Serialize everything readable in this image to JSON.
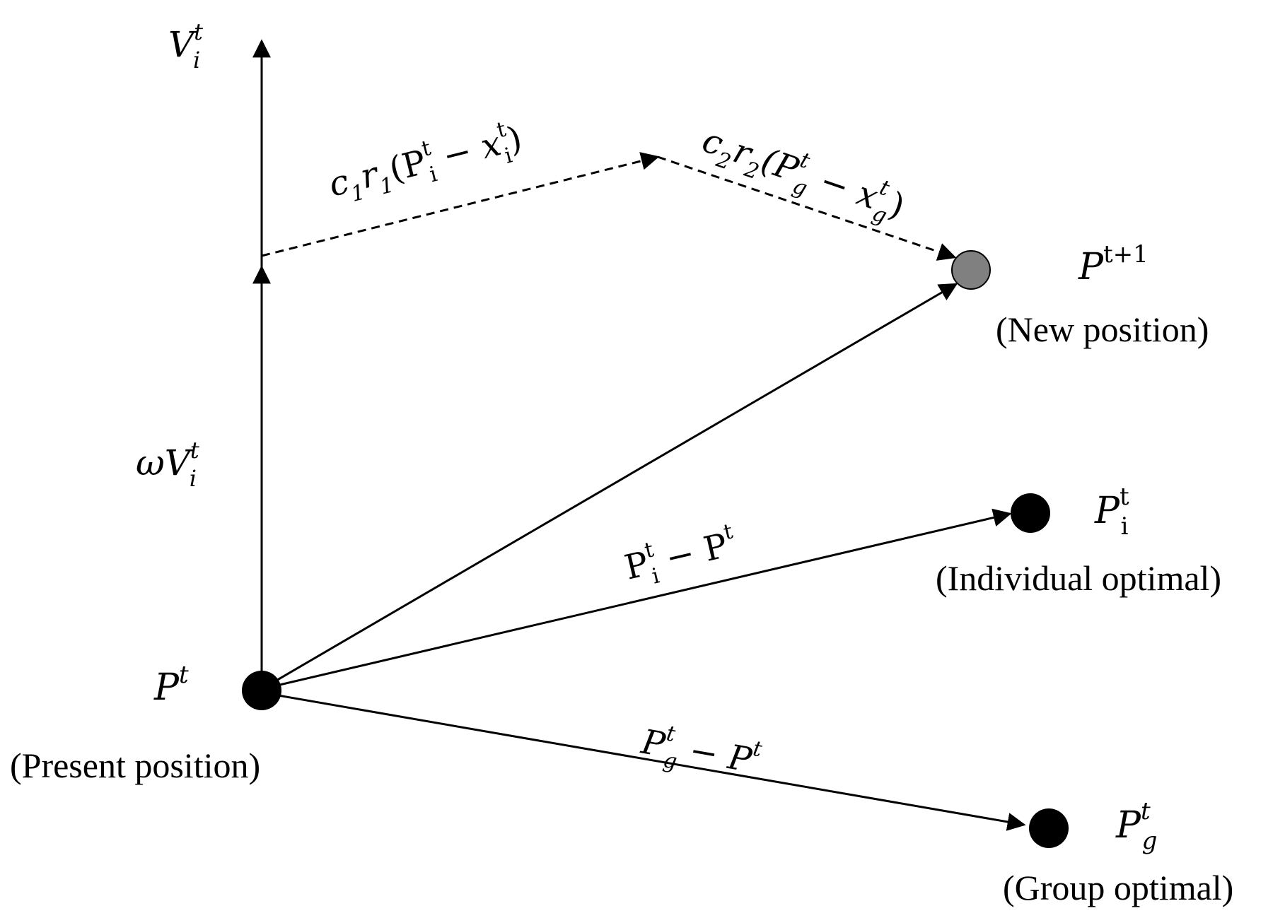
{
  "labels": {
    "velocity_axis": {
      "base": "V",
      "sup": "t",
      "sub": "i"
    },
    "inertia": {
      "base": "ωV",
      "sup": "t",
      "sub": "i"
    },
    "cognitive_term": {
      "pre": "c",
      "pre_sub": "1",
      "mid": "r",
      "mid_sub": "1",
      "open": "(P",
      "p_sup": "t",
      "p_sub": "i",
      "minus": " − x",
      "x_sup": "t",
      "x_sub": "i",
      "close": ")"
    },
    "social_term": {
      "pre": "c",
      "pre_sub": "2",
      "mid": "r",
      "mid_sub": "2",
      "open": "(P",
      "p_sup": "t",
      "p_sub": "g",
      "minus": " − x",
      "x_sup": "t",
      "x_sub": "g",
      "close": ")"
    },
    "new_position": {
      "base": "P",
      "sup": "t+1",
      "caption": "(New position)"
    },
    "individual_optimal": {
      "base": "P",
      "sup": "t",
      "sub": "i",
      "caption": "(Individual optimal)"
    },
    "group_optimal": {
      "base": "P",
      "sup": "t",
      "sub": "g",
      "caption": "(Group optimal)"
    },
    "present_position": {
      "base": "P",
      "sup": "t",
      "caption": "(Present position)"
    },
    "individual_diff": {
      "base": "P",
      "sup": "t",
      "sub": "i",
      "rest": " − P",
      "rest_sup": "t"
    },
    "group_diff": {
      "base": "P",
      "sup": "t",
      "sub": "g",
      "rest": " − P",
      "rest_sup": "t"
    }
  },
  "colors": {
    "stroke": "#000000",
    "particle": "#000000",
    "new_position_fill": "#808080"
  }
}
